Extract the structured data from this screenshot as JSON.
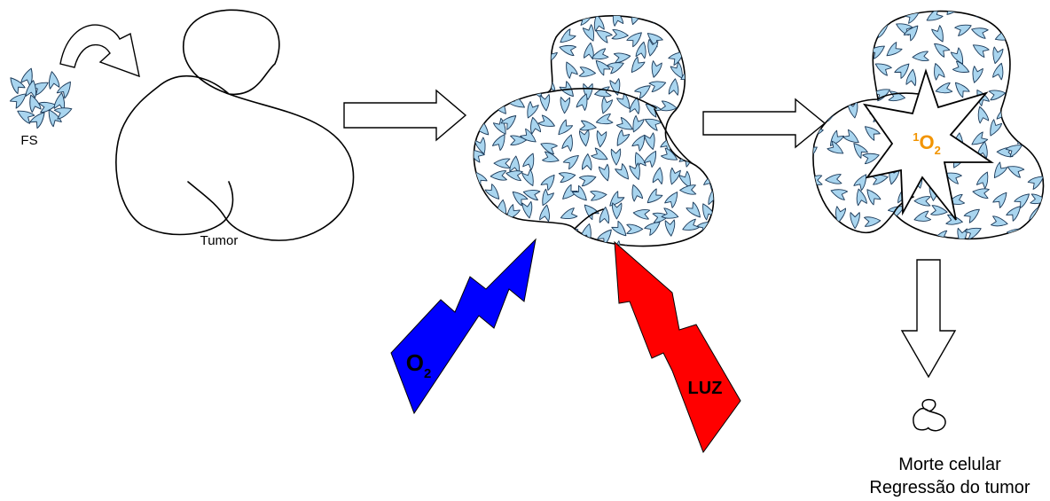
{
  "labels": {
    "photosensitizer": "FS",
    "tumor": "Tumor",
    "oxygen": "O",
    "oxygen_sub": "2",
    "light": "LUZ",
    "singlet_sup": "1",
    "singlet": "O",
    "singlet_sub": "2",
    "outcome_line1": "Morte celular",
    "outcome_line2": "Regressão do tumor"
  },
  "colors": {
    "cell_fill": "#a9d5ef",
    "oxygen_bolt": "#0000ff",
    "light_bolt": "#ff0000",
    "singlet_text": "#f29400",
    "outline": "#000000",
    "background": "#ffffff"
  },
  "icons": {
    "stage_arrow": "right-block-arrow",
    "curved_arrow": "curved-arrow",
    "down_arrow": "down-block-arrow",
    "oxygen_bolt": "lightning-bolt-icon",
    "light_bolt": "lightning-bolt-icon",
    "explosion": "star-burst-icon"
  }
}
